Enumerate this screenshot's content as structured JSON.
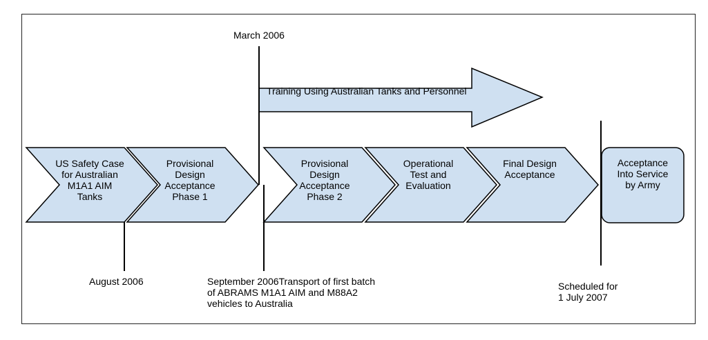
{
  "colors": {
    "shape_fill": "#cfe0f1",
    "outline": "#000000",
    "background": "#ffffff"
  },
  "milestones": {
    "march_2006": "March 2006",
    "august_2006": "August 2006",
    "september_2006": "September 2006Transport of first batch of ABRAMS M1A1 AIM and M88A2 vehicles to Australia",
    "scheduled": "Scheduled for\n1 July 2007"
  },
  "training_arrow": {
    "label": "Training Using Australian Tanks and Personnel"
  },
  "stages": [
    {
      "label": "US Safety Case\nfor Australian\nM1A1 AIM\nTanks"
    },
    {
      "label": "Provisional\nDesign\nAcceptance\nPhase 1"
    },
    {
      "label": "Provisional\nDesign\nAcceptance\nPhase 2"
    },
    {
      "label": "Operational\nTest and\nEvaluation"
    },
    {
      "label": "Final Design\nAcceptance"
    }
  ],
  "final_box": {
    "label": "Acceptance\nInto Service\nby Army"
  }
}
